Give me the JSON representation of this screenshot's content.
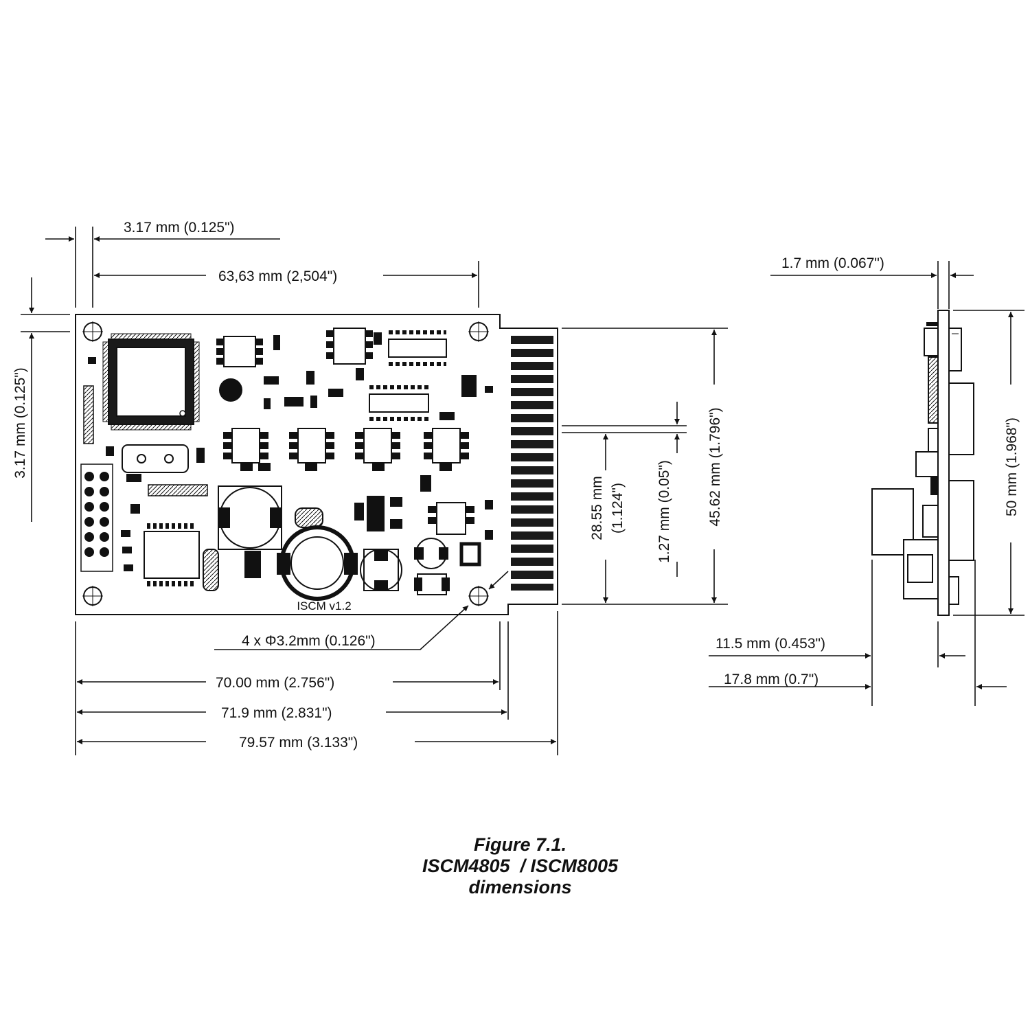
{
  "board_label": "ISCM v1.2",
  "dimensions": {
    "hole_offset_x": "3.17 mm (0.125\")",
    "hole_spacing_x": "63,63 mm (2,504\")",
    "hole_offset_y": "3.17 mm (0.125\")",
    "mounting_holes": "4 x Φ3.2mm (0.126\")",
    "board_width": "70.00 mm (2.756\")",
    "board_width_with_notch": "71.9 mm (2.831\")",
    "overall_length": "79.57 mm (3.133\")",
    "connector_span": "28.55 mm",
    "connector_span_in": "(1.124\")",
    "contact_pitch": "1.27 mm (0.05\")",
    "connector_height": "45.62 mm (1.796\")",
    "pcb_thickness": "1.7 mm (0.067\")",
    "board_height": "50 mm (1.968\")",
    "component_height_top": "11.5 mm (0.453\")",
    "overall_thickness": "17.8 mm (0.7\")"
  },
  "caption": {
    "figure": "Figure 7.1.",
    "models": "ISCM4805  / ISCM8005",
    "subject": "dimensions"
  }
}
